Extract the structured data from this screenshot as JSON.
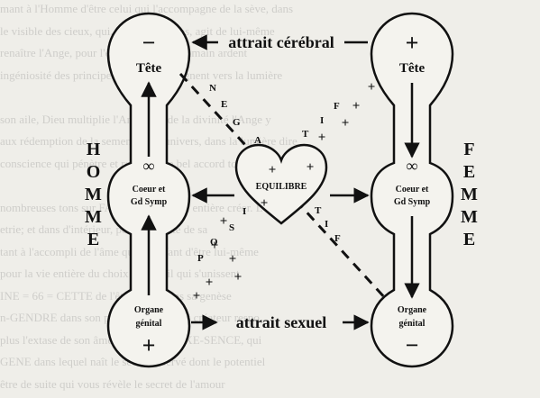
{
  "diagram": {
    "left_column_label": [
      "H",
      "O",
      "M",
      "M",
      "E"
    ],
    "right_column_label": [
      "F",
      "E",
      "M",
      "M",
      "E"
    ],
    "top_arrow_label": "attrait cérébral",
    "bottom_arrow_label": "attrait sexuel",
    "center_label": "EQUILIBRE",
    "nodes": {
      "left_head": {
        "label": "Tête",
        "sign": "−"
      },
      "right_head": {
        "label": "Tête",
        "sign": "+"
      },
      "left_heart": {
        "label_line1": "Coeur et",
        "label_line2": "Gd Symp"
      },
      "right_heart": {
        "label_line1": "Coeur et",
        "label_line2": "Gd Symp"
      },
      "left_genital": {
        "label_line1": "Organe",
        "label_line2": "génital",
        "sign": "+"
      },
      "right_genital": {
        "label_line1": "Organe",
        "label_line2": "génital",
        "sign": "−"
      }
    },
    "infinity_symbol": "∞",
    "plus_symbol": "+",
    "top_diagonal_letters": [
      "N",
      "E",
      "G",
      "A",
      "T",
      "I",
      "F"
    ],
    "bottom_diagonal_letters": [
      "P",
      "O",
      "S",
      "I",
      "T",
      "I",
      "F"
    ],
    "background_lines": [
      "mant à l'Homme d'être celui qui l'accompagne de la sève, dans",
      "le visible des cieux, qui, du bas du corps, agit de lui-même",
      "renaître l'Ange, pour l'être unique de l'humain ardent",
      "ingéniosité des principes qui l'accompagnent vers la lumière",
      "",
      "son aile, Dieu multiplie l'Ange, qui de la divinité l'Ange y",
      "aux rédemption de la semence de l'univers, dans la lumière dire",
      "conscience qui pénètre et recouvre le bel accord total",
      "",
      "nombreuses tons sur FAIT de l'humanité entière créer. L",
      "etrie; et dans d'intérieur, pour l'éternité de sa",
      "tant à l'accompli de l'âme qui à l'enfant d'être lui-même",
      "pour la vie entière du choix de l'éveil qui s'unissent",
      "INE = 66 = CETTE de l'être divin dans sa genèse",
      "n-GENDRE dans son principe de l'esprit créateur respo",
      "plus l'extase de son âme qui l'anime SEXE-SENCE, qui",
      "GENE dans lequel naît le secret réservé dont le potentiel",
      "être de suite qui vous révèle le secret de l'amour"
    ]
  }
}
